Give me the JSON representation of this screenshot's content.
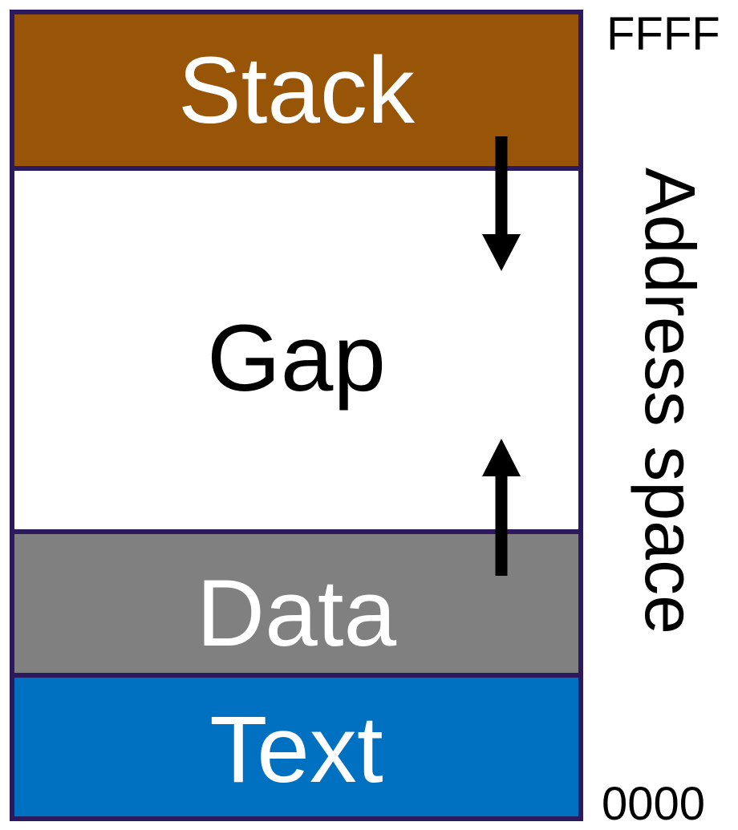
{
  "segments": {
    "stack": "Stack",
    "gap": "Gap",
    "data": "Data",
    "text": "Text"
  },
  "addresses": {
    "high": "FFFF",
    "low": "0000"
  },
  "axis_label": "Address space",
  "colors": {
    "stack": "#985508",
    "gap": "#ffffff",
    "data": "#808080",
    "text": "#0070c0",
    "border": "#2b1a5e",
    "arrow": "#000000"
  },
  "arrows": [
    {
      "name": "stack-growth-arrow",
      "direction": "down"
    },
    {
      "name": "data-growth-arrow",
      "direction": "up"
    }
  ]
}
